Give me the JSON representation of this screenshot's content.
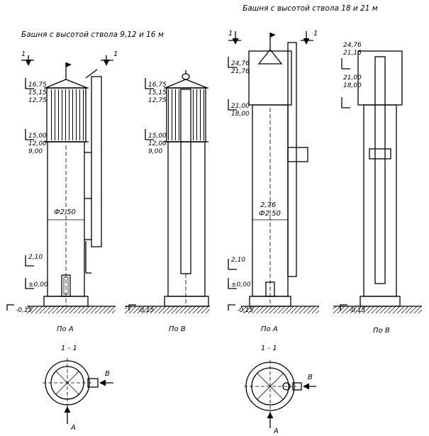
{
  "titles": {
    "group_1": "Башня с высотой ствола 9,12 и 16 м",
    "group_2": "Башня с высотой ствола 18 и 21 м"
  },
  "tower_1": {
    "view": "По А",
    "section_marks": [
      "1",
      "1"
    ],
    "elevations": [
      "16,75",
      "15,15",
      "12,75",
      "15,00",
      "12,00",
      "9,00",
      "2,10",
      "±0,00",
      "-0,15"
    ],
    "diameter": "Ф2,50"
  },
  "tower_2": {
    "view": "По В",
    "elevations": [
      "16,75",
      "15,15",
      "12,75",
      "15,00",
      "12,00",
      "9,00",
      "-0,15"
    ]
  },
  "tower_3": {
    "view": "По А",
    "section_marks": [
      "1",
      "1"
    ],
    "elevations": [
      "24,76",
      "21,76",
      "21,00",
      "18,00",
      "2,10",
      "±0,00",
      "-0,15"
    ],
    "diameter_1": "2,76",
    "diameter_2": "Ф2,50"
  },
  "tower_4": {
    "view": "По В",
    "elevations": [
      "24,76",
      "21,16",
      "21,00",
      "18,00",
      "-0,15"
    ]
  },
  "plans": [
    {
      "title": "1 - 1",
      "arrow_a": "А",
      "arrow_b": "В"
    },
    {
      "title": "1 - 1",
      "arrow_a": "А",
      "arrow_b": "В"
    }
  ]
}
